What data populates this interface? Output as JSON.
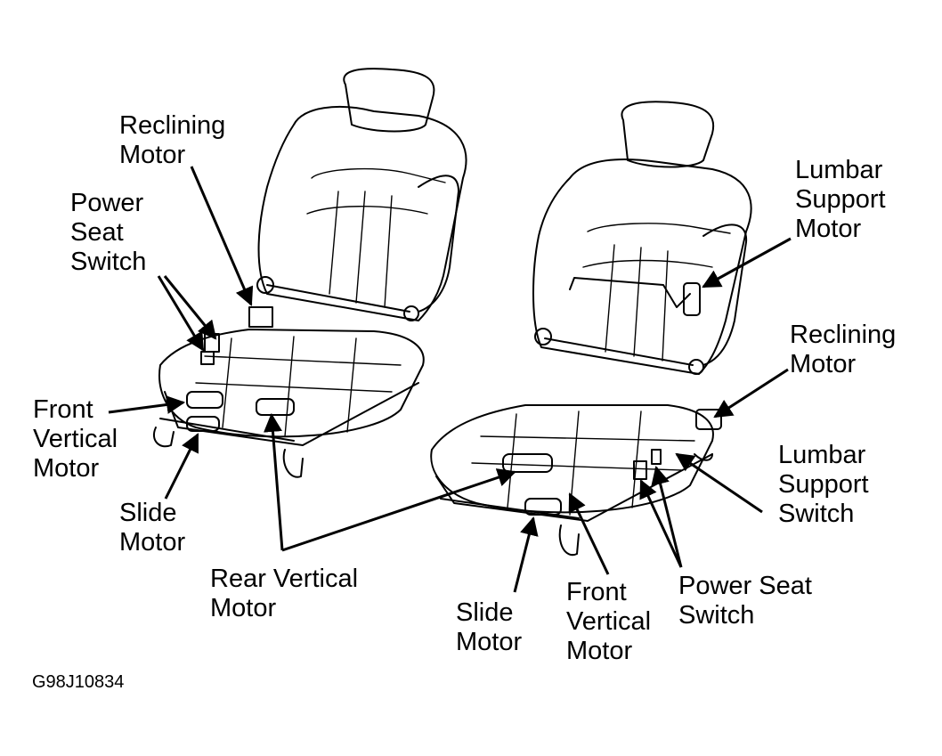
{
  "figure_id": "G98J10834",
  "left_seat": {
    "reclining_motor": [
      "Reclining",
      "Motor"
    ],
    "power_seat_switch": [
      "Power",
      "Seat",
      "Switch"
    ],
    "front_vertical_motor": [
      "Front",
      "Vertical",
      "Motor"
    ],
    "slide_motor": [
      "Slide",
      "Motor"
    ]
  },
  "shared": {
    "rear_vertical_motor": [
      "Rear Vertical",
      "Motor"
    ]
  },
  "right_seat": {
    "lumbar_support_motor": [
      "Lumbar",
      "Support",
      "Motor"
    ],
    "reclining_motor": [
      "Reclining",
      "Motor"
    ],
    "lumbar_support_switch": [
      "Lumbar",
      "Support",
      "Switch"
    ],
    "power_seat_switch": [
      "Power Seat",
      "Switch"
    ],
    "front_vertical_motor": [
      "Front",
      "Vertical",
      "Motor"
    ],
    "slide_motor": [
      "Slide",
      "Motor"
    ]
  },
  "colors": {
    "ink": "#000000",
    "paper": "#ffffff"
  }
}
